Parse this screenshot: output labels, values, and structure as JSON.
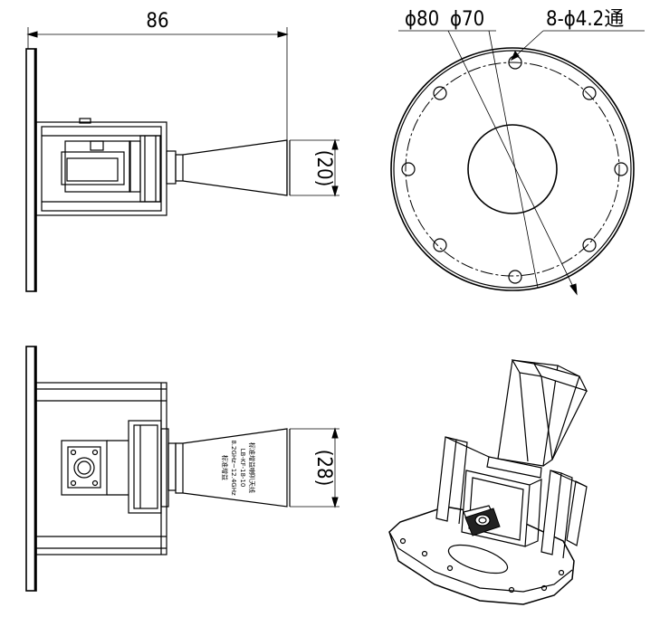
{
  "dimensions": {
    "overall_width": "86",
    "front_aperture": "(20)",
    "side_aperture": "(28)",
    "flange_outer_dia": "ϕ80",
    "bolt_circle_dia": "ϕ70",
    "holes": "8-ϕ4.2通"
  },
  "views": [
    "front-view",
    "flange-end-view",
    "side-view",
    "isometric-view"
  ],
  "horn_label_lines": [
    "标准增益喇叭天线",
    "LB-KF-18-10",
    "8.2GHz~12.4GHz",
    "标准增益"
  ]
}
